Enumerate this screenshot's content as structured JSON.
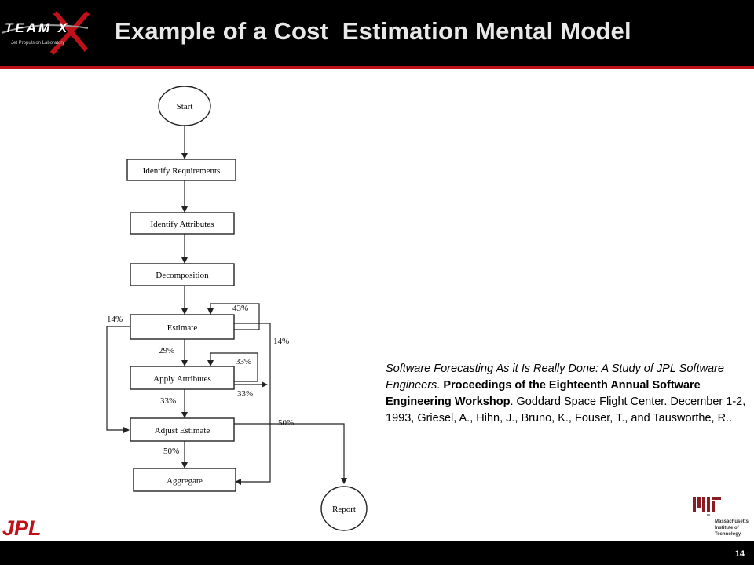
{
  "slide": {
    "title": "Example of a Cost  Estimation Mental Model",
    "page_number": "14"
  },
  "logos": {
    "teamx": {
      "text": "TEAM X",
      "subtext": "Jet Propulsion Laboratory"
    },
    "jpl": {
      "text": "JPL"
    },
    "mit": {
      "lines": [
        "Massachusetts",
        "Institute of",
        "Technology"
      ]
    }
  },
  "flowchart": {
    "nodes": {
      "start": "Start",
      "identify_requirements": "Identify Requirements",
      "identify_attributes": "Identify Attributes",
      "decomposition": "Decomposition",
      "estimate": "Estimate",
      "apply_attributes": "Apply Attributes",
      "adjust_estimate": "Adjust Estimate",
      "aggregate": "Aggregate",
      "report": "Report"
    },
    "edge_labels": {
      "e_43": "43%",
      "e_14_left": "14%",
      "e_14_right": "14%",
      "e_29": "29%",
      "e_33_loop": "33%",
      "e_33_right": "33%",
      "e_33_down": "33%",
      "e_50_right": "50%",
      "e_50_down": "50%"
    }
  },
  "reference": {
    "italic": "Software Forecasting As  it Is Really Done: A Study of JPL Software Engineers",
    "sep1": ". ",
    "bold": "Proceedings of the Eighteenth Annual Software Engineering Workshop",
    "rest": ". Goddard Space Flight Center. December 1-2, 1993, Griesel, A., Hihn, J., Bruno, K., Fouser, T.,  and Tausworthe, R.."
  }
}
